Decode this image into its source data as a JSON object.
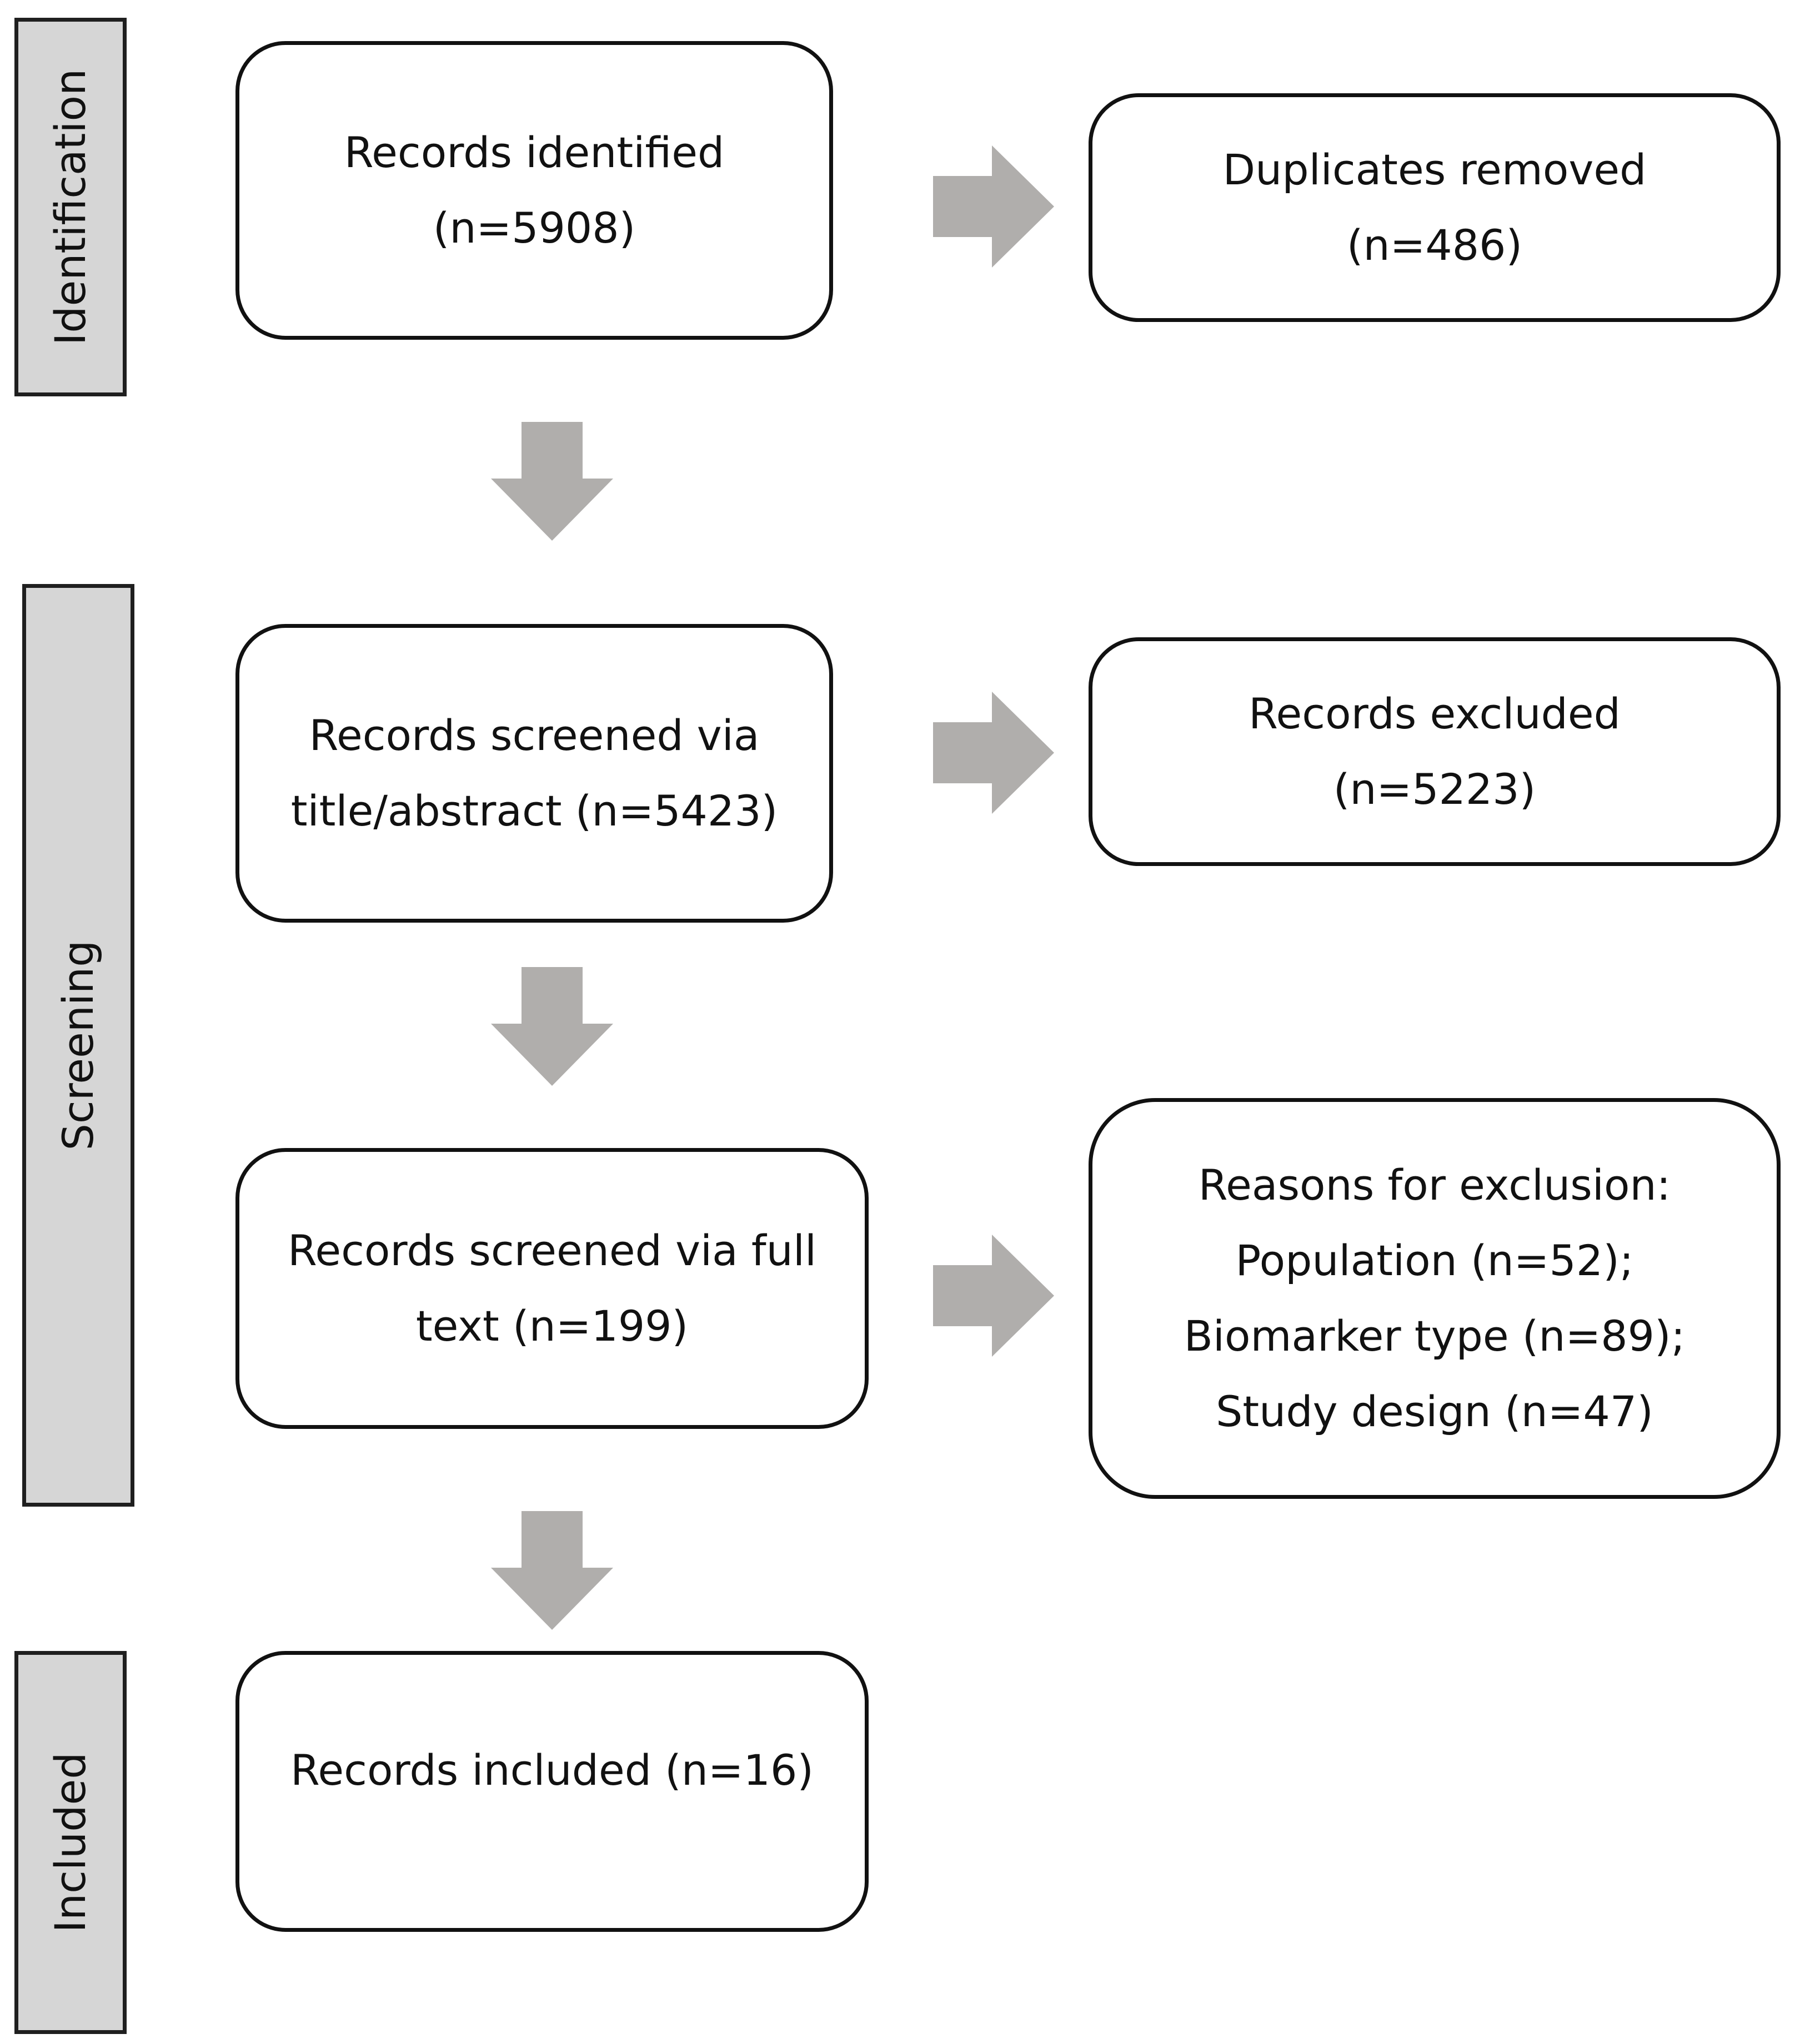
{
  "phases": {
    "identification": "Identification",
    "screening": "Screening",
    "included": "Included"
  },
  "boxes": {
    "identified": [
      "Records identified",
      "(n=5908)"
    ],
    "duplicates": [
      "Duplicates removed",
      "(n=486)"
    ],
    "screened_title": [
      "Records screened via",
      "title/abstract (n=5423)"
    ],
    "excluded": [
      "Records excluded",
      "(n=5223)"
    ],
    "screened_full": [
      "Records screened via full",
      "text (n=199)"
    ],
    "reasons": [
      "Reasons for exclusion:",
      "Population (n=52);",
      "Biomarker type (n=89);",
      "Study design (n=47)"
    ],
    "included": [
      "Records included (n=16)"
    ]
  },
  "colors": {
    "arrow": "#b0aeac",
    "phase_fill": "#d6d6d6",
    "stroke": "#111111"
  },
  "icons": {
    "down_arrow": "down-arrow-icon",
    "right_arrow": "right-arrow-icon"
  }
}
